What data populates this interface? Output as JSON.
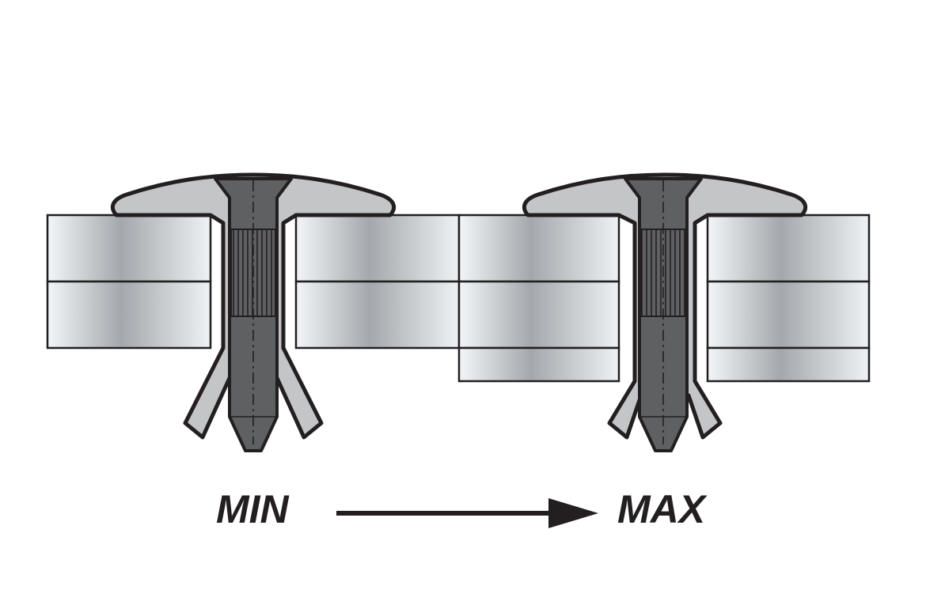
{
  "labels": {
    "min": "MIN",
    "max": "MAX"
  },
  "colors": {
    "outline": "#231f20",
    "rivet_body": "#c4c5c7",
    "mandrel": "#5f6062",
    "plate_light": "#eef2f5",
    "plate_mid": "#a4a8ac"
  },
  "assemblies": [
    {
      "id": "min",
      "plate_layers": 2
    },
    {
      "id": "max",
      "plate_layers": 3
    }
  ]
}
